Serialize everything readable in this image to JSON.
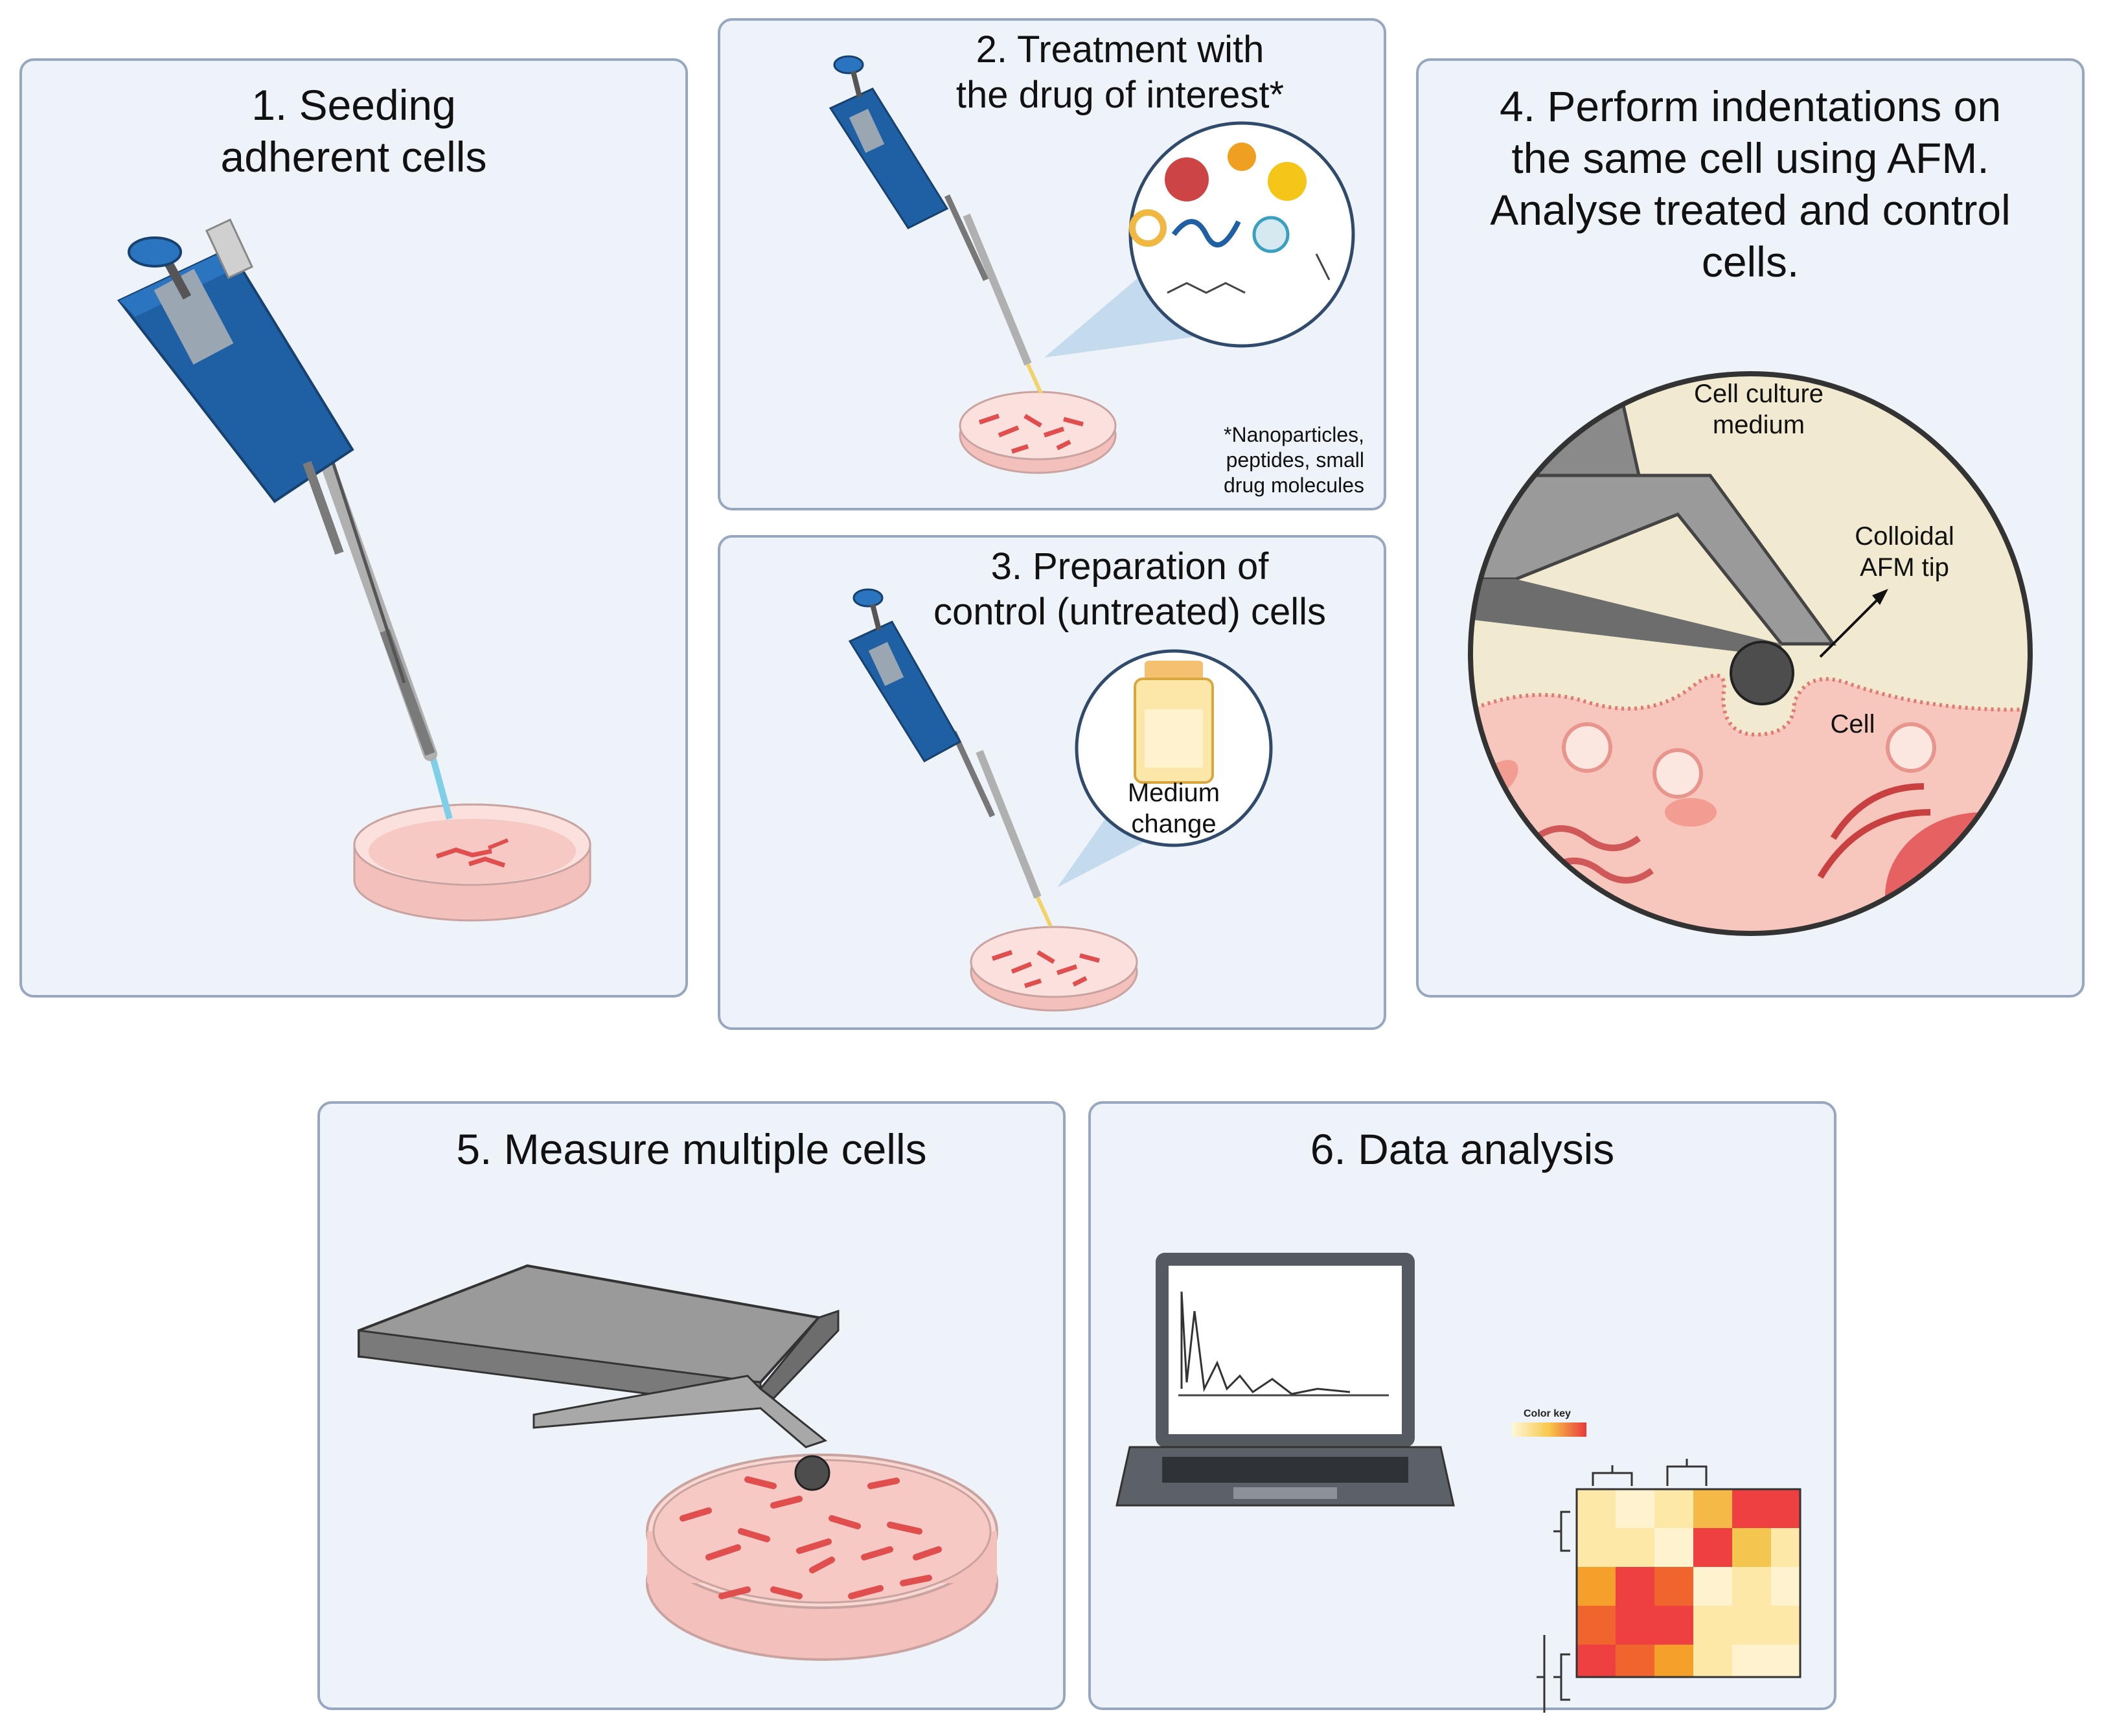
{
  "panels": {
    "p1": {
      "title": "1.  Seeding\nadherent cells"
    },
    "p2": {
      "title": "2. Treatment with\nthe drug of interest*",
      "footnote": "*Nanoparticles,\npeptides, small\ndrug molecules"
    },
    "p3": {
      "title": "3. Preparation of\ncontrol (untreated) cells",
      "bubble_label": "Medium\nchange"
    },
    "p4": {
      "title": "4. Perform indentations on\nthe same cell using AFM.\nAnalyse treated and control\ncells.",
      "labels": {
        "medium": "Cell culture\nmedium",
        "tip": "Colloidal\nAFM tip",
        "cell": "Cell"
      }
    },
    "p5": {
      "title": "5. Measure multiple cells"
    },
    "p6": {
      "title": "6. Data analysis",
      "color_key": "Color key"
    }
  },
  "colors": {
    "panel_bg": "#eef2f9",
    "panel_border": "#97a7bf",
    "pipette_blue": "#1f5fa3",
    "dish_pink": "#f7c9c4",
    "cell_red": "#e04e4e",
    "cantilever_gray": "#8a8a8a"
  }
}
